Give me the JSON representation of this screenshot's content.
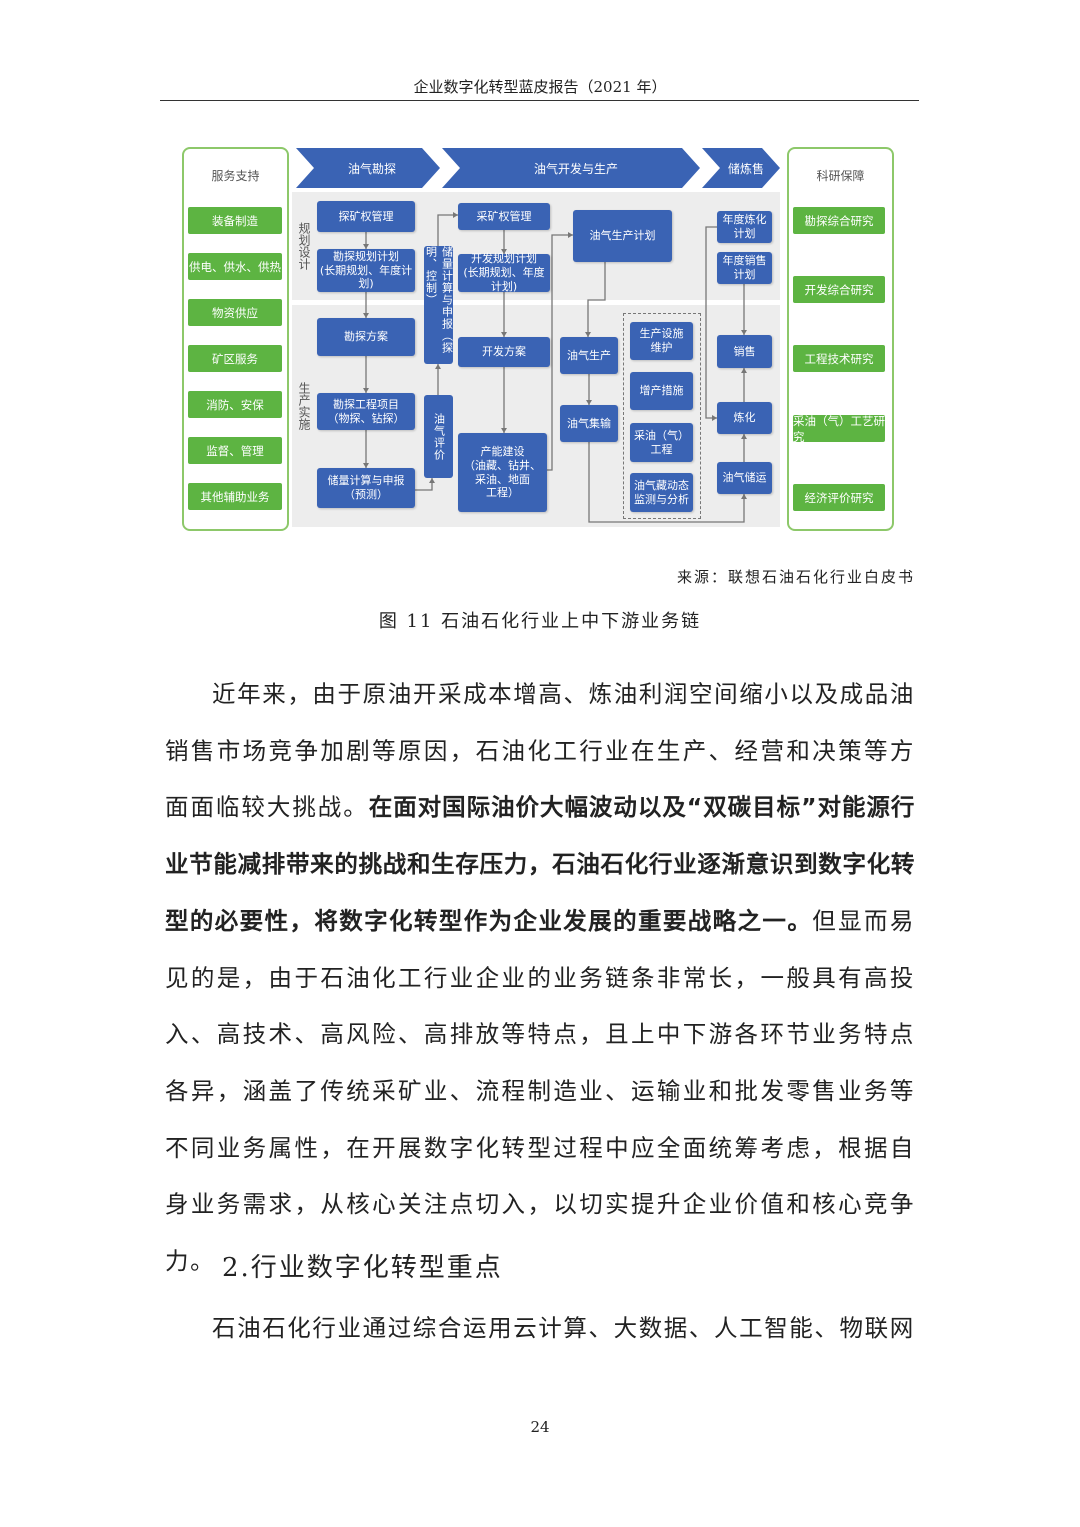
{
  "header": {
    "title": "企业数字化转型蓝皮报告（2021 年）"
  },
  "figure": {
    "left_panel": {
      "title": "服务支持",
      "items": [
        "装备制造",
        "供电、供水、供热",
        "物资供应",
        "矿区服务",
        "消防、安保",
        "监督、管理",
        "其他辅助业务"
      ]
    },
    "right_panel": {
      "title": "科研保障",
      "items": [
        "勘探综合研究",
        "开发综合研究",
        "工程技术研究",
        "采油（气）工艺研究",
        "经济评价研究"
      ]
    },
    "stages": [
      "油气勘探",
      "油气开发与生产",
      "储炼售"
    ],
    "row_labels": [
      "规划设计",
      "生产实施"
    ],
    "boxes": [
      "探矿权管理",
      "勘探规划计划\n(长期规划、年度计划)",
      "勘探方案",
      "勘探工程项目\n（物探、钻探）",
      "储量计算与申报\n（预测）",
      "采矿权管理",
      "开发规划计划\n(长期规划、年度计划)",
      "开发方案",
      "产能建设\n（油藏、钻井、\n采油、地面\n工程）",
      "油气生产计划",
      "油气生产",
      "油气集输",
      "生产设施\n维护",
      "增产措施",
      "采油（气）\n工程",
      "油气藏动态\n监测与分析",
      "年度炼化\n计划",
      "年度销售\n计划",
      "销售",
      "炼化",
      "油气储运"
    ],
    "vertical_boxes": [
      "储量计算与申报（探明、控制）",
      "油气评价"
    ],
    "colors": {
      "blue": "#3a63b4",
      "green": "#5db442"
    }
  },
  "source": "来源：联想石油石化行业白皮书",
  "caption": "图 11  石油石化行业上中下游业务链",
  "paragraph1": {
    "text_a": "近年来，由于原油开采成本增高、炼油利润空间缩小以及成品油销售市场竞争加剧等原因，石油化工行业在生产、经营和决策等方面面临较大挑战。",
    "text_bold": "在面对国际油价大幅波动以及“双碳目标”对能源行业节能减排带来的挑战和生存压力，石油石化行业逐渐意识到数字化转型的必要性，将数字化转型作为企业发展的重要战略之一。",
    "text_b": "但显而易见的是，由于石油化工行业企业的业务链条非常长，一般具有高投入、高技术、高风险、高排放等特点，且上中下游各环节业务特点各异，涵盖了传统采矿业、流程制造业、运输业和批发零售业务等不同业务属性，在开展数字化转型过程中应全面统筹考虑，根据自身业务需求，从核心关注点切入，以切实提升企业价值和核心竞争力。"
  },
  "section_heading": "2.行业数字化转型重点",
  "paragraph2": "石油石化行业通过综合运用云计算、大数据、人工智能、物联网",
  "page_number": "24"
}
